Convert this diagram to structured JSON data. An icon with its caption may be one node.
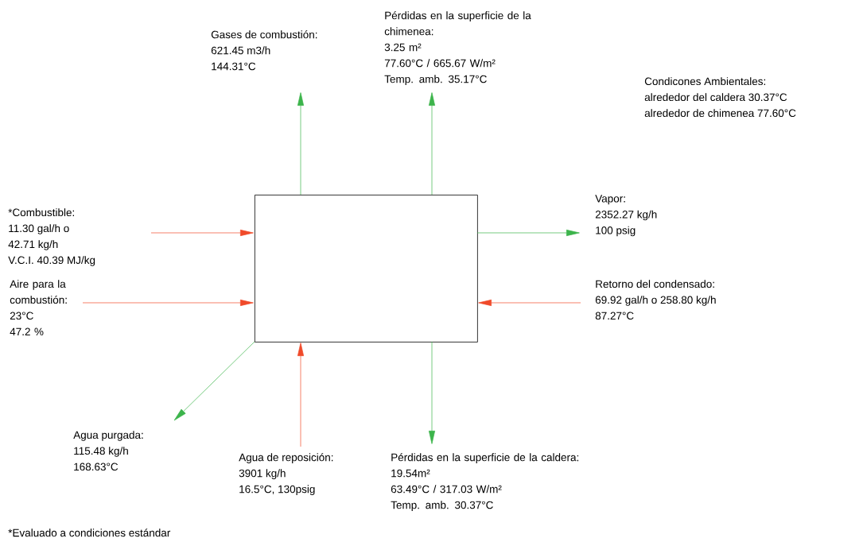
{
  "diagram": {
    "nodes": [
      {
        "text": [],
        "shape": "box"
      },
      {
        "text": [
          "Gases de combustión:",
          "621.45 m3/h",
          "144.31°C"
        ]
      },
      {
        "text": [
          "Pérdidas en la superficie de la chimenea:",
          "3.25 m²",
          "77.60°C / 665.67 W/m²",
          "Temp. amb. 35.17°C"
        ]
      },
      {
        "text": [
          "*Combustible:",
          "11.30 gal/h o",
          "42.71 kg/h",
          "V.C.I. 40.39 MJ/kg"
        ]
      },
      {
        "text": [
          "Vapor:",
          "2352.27 kg/h",
          "100 psig"
        ]
      },
      {
        "text": [
          "Aire para la combustión:",
          "23°C",
          "47.2 %"
        ]
      },
      {
        "text": [
          "Retorno del condensado:",
          "69.92 gal/h o 258.80 kg/h",
          "87.27°C"
        ]
      },
      {
        "text": [
          "Agua purgada:",
          "115.48 kg/h",
          "168.63°C"
        ]
      },
      {
        "text": [
          "Agua de reposición:",
          "3901 kg/h",
          "16.5°C, 130psig"
        ]
      },
      {
        "text": [
          "Pérdidas en la superficie de la caldera:",
          "19.54m²",
          "63.49°C / 317.03 W/m²",
          "Temp. amb. 30.37°C"
        ]
      }
    ],
    "edges": [
      {
        "from": 0,
        "to": 1,
        "arrow": "to",
        "color": "#3cb44b"
      },
      {
        "from": 0,
        "to": 2,
        "arrow": "to",
        "color": "#3cb44b"
      },
      {
        "from": 3,
        "to": 0,
        "arrow": "to",
        "color": "#f04a2a"
      },
      {
        "from": 0,
        "to": 4,
        "arrow": "to",
        "color": "#3cb44b"
      },
      {
        "from": 5,
        "to": 0,
        "arrow": "to",
        "color": "#f04a2a"
      },
      {
        "from": 6,
        "to": 0,
        "arrow": "to",
        "color": "#f04a2a"
      },
      {
        "from": 0,
        "to": 7,
        "arrow": "to",
        "color": "#3cb44b"
      },
      {
        "from": 8,
        "to": 0,
        "arrow": "to",
        "color": "#f04a2a"
      },
      {
        "from": 0,
        "to": 9,
        "arrow": "to",
        "color": "#3cb44b"
      }
    ],
    "labels": [
      "Condicones Ambientales:",
      "alrededor del caldera 30.37°C",
      "alrededor de chimenea 77.60°C",
      "*Evaluado a condiciones estándar"
    ]
  }
}
